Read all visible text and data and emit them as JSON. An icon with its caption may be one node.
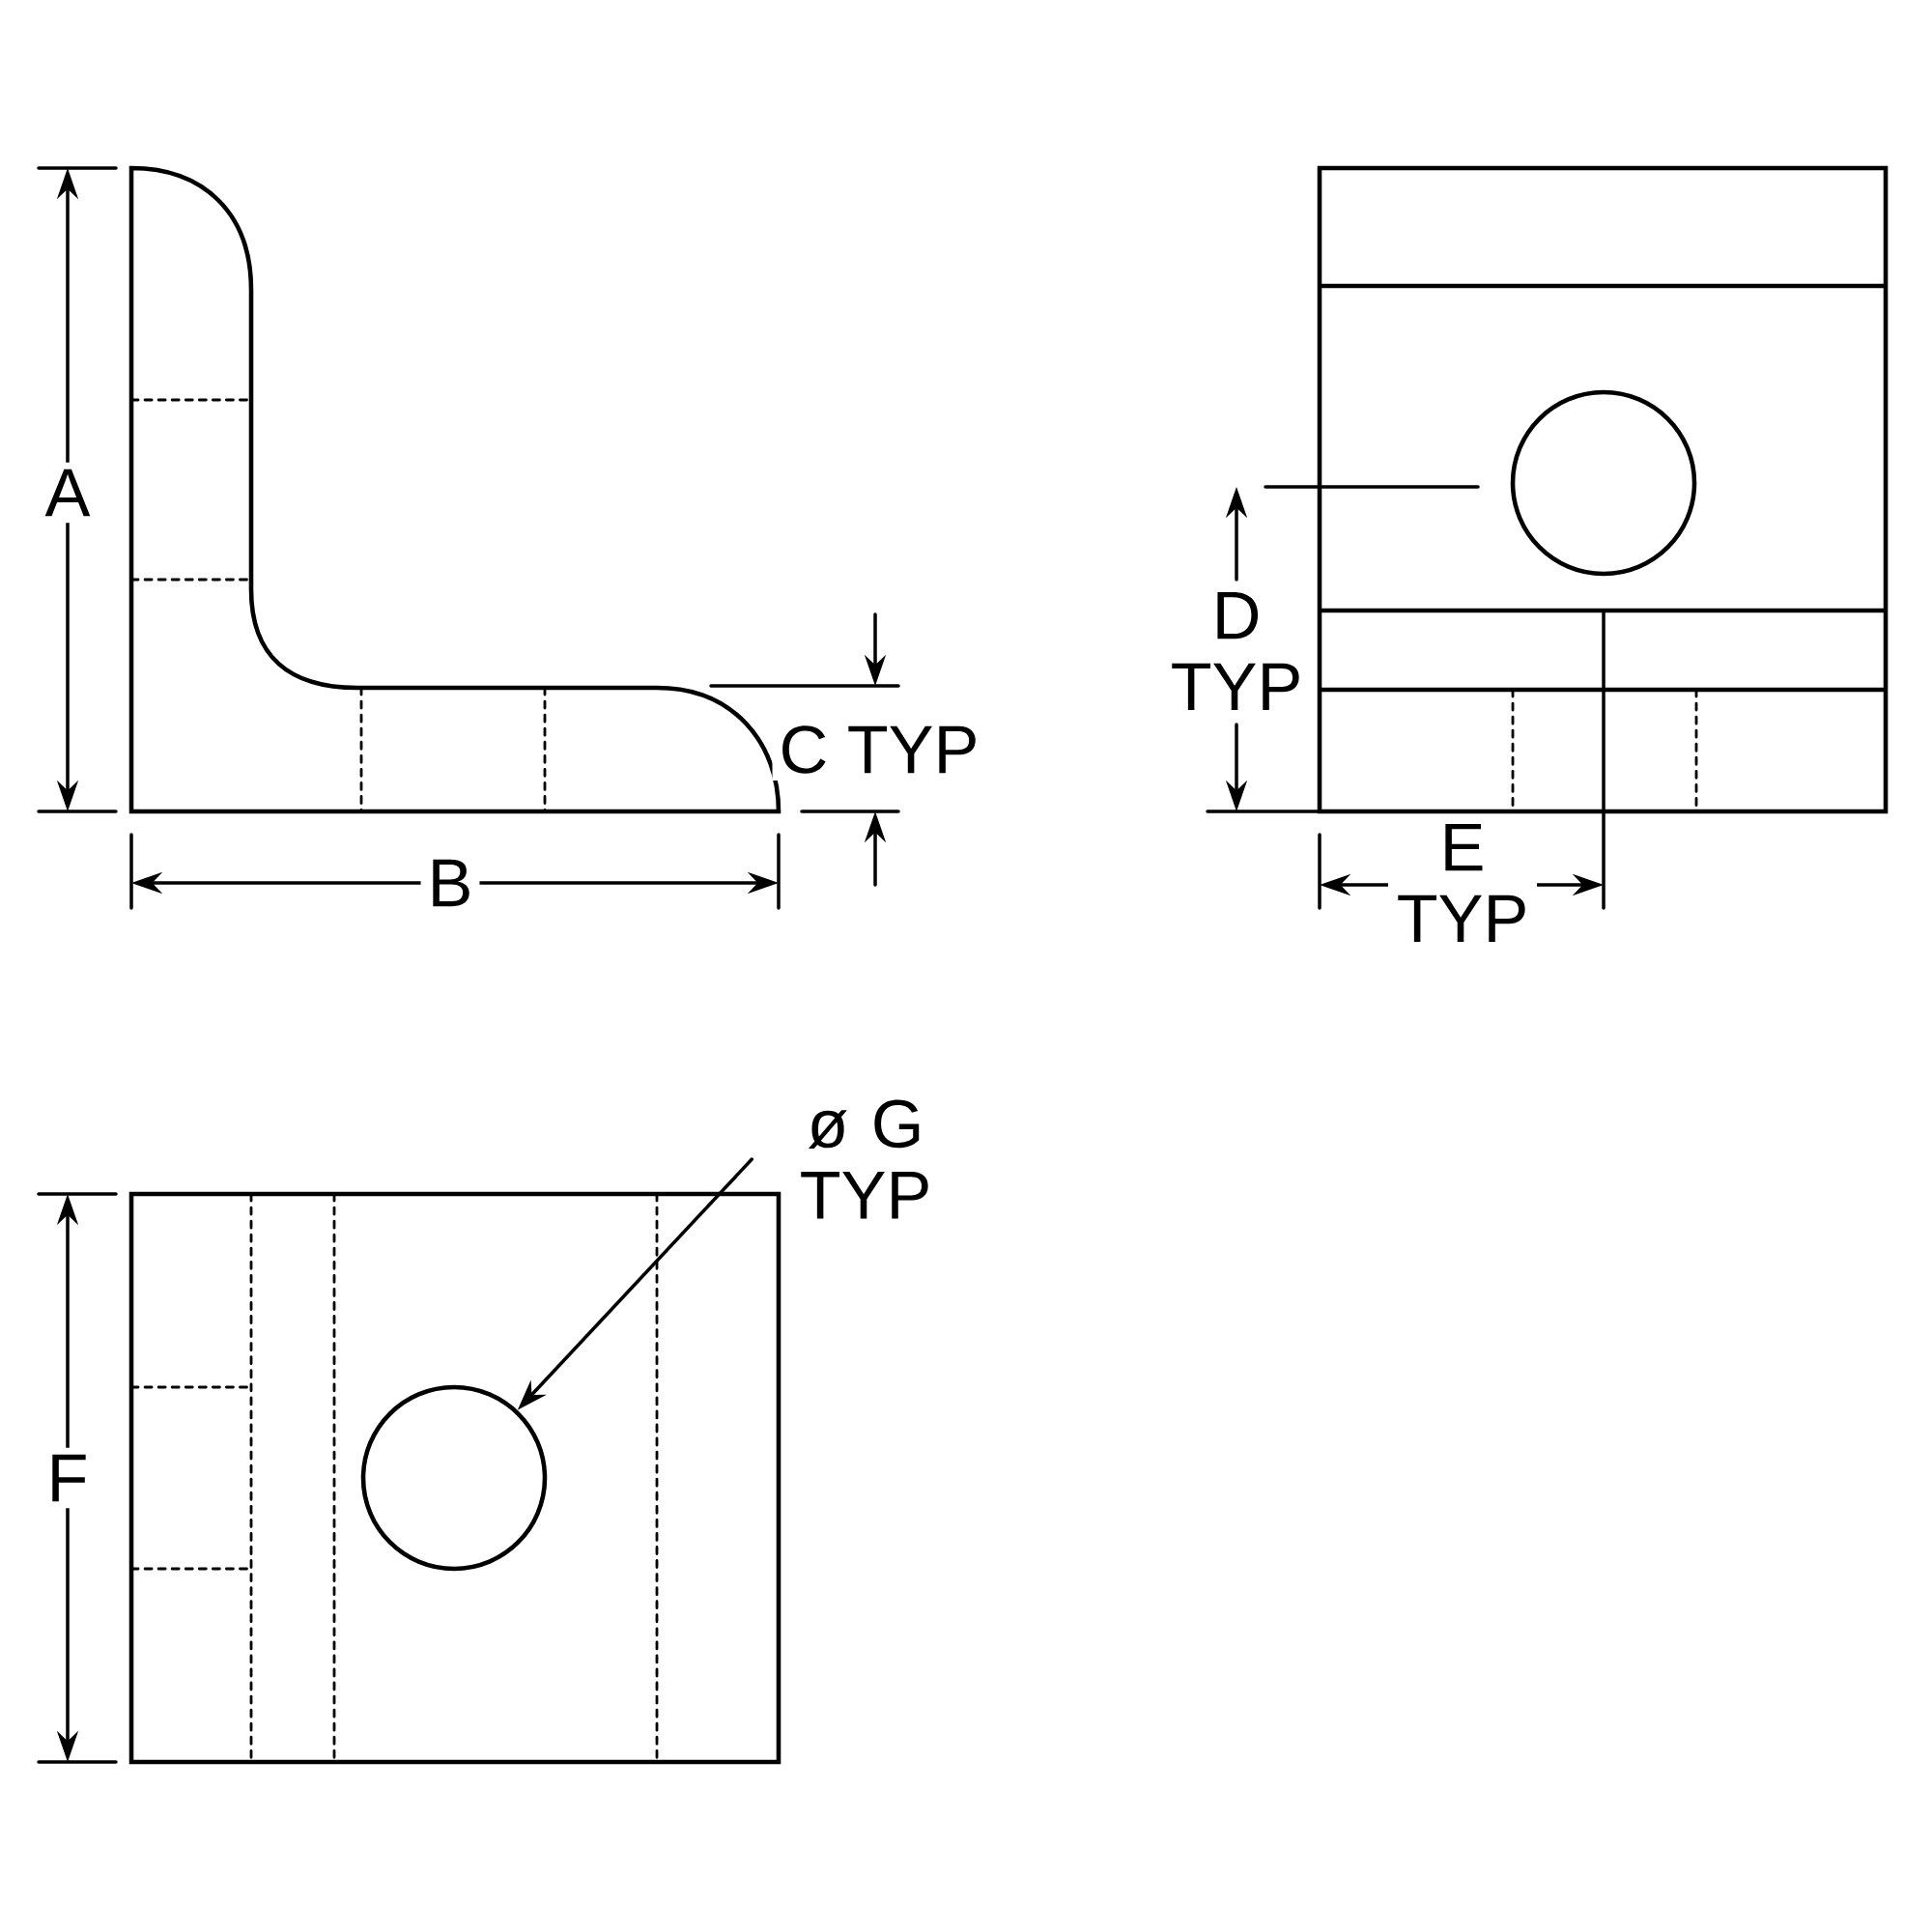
{
  "diagram": {
    "nodes": [
      {
        "text": [
          "ø G TYP"
        ]
      },
      {
        "text": [],
        "shape": "circle"
      }
    ],
    "edges": [
      {
        "from": 0,
        "to": 1,
        "arrow": "to"
      }
    ],
    "labels": [
      "A",
      "B",
      "C TYP",
      "D TYP",
      "E TYP",
      "F"
    ]
  }
}
